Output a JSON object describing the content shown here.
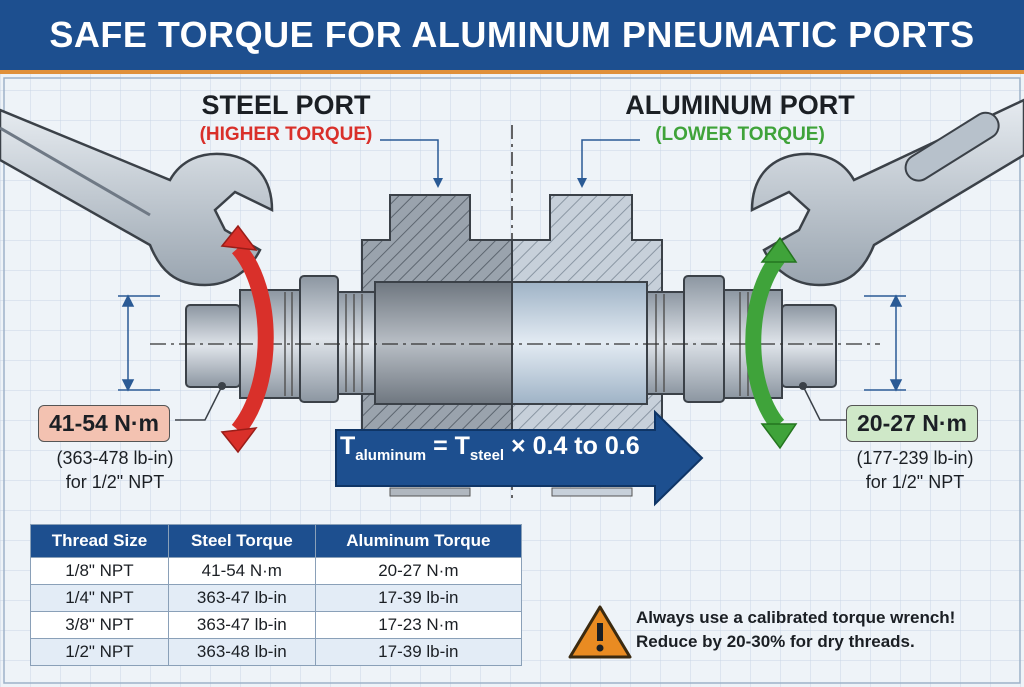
{
  "header": {
    "title": "SAFE TORQUE FOR ALUMINUM PNEUMATIC PORTS"
  },
  "steel": {
    "title": "STEEL PORT",
    "subtitle": "(HIGHER TORQUE)",
    "torque": "41-54 N·m",
    "note_line1": "(363-478 lb-in)",
    "note_line2": "for 1/2\" NPT"
  },
  "aluminum": {
    "title": "ALUMINUM PORT",
    "subtitle": "(LOWER TORQUE)",
    "torque": "20-27 N·m",
    "note_line1": "(177-239 lb-in)",
    "note_line2": "for 1/2\" NPT"
  },
  "formula": {
    "lhs_symbol": "T",
    "lhs_sub": "aluminum",
    "equals": " = ",
    "rhs_symbol": "T",
    "rhs_sub": "steel",
    "factor": " × 0.4 to 0.6"
  },
  "table": {
    "headers": [
      "Thread Size",
      "Steel Torque",
      "Aluminum Torque"
    ],
    "rows": [
      [
        "1/8\" NPT",
        "41-54 N·m",
        "20-27 N·m"
      ],
      [
        "1/4\" NPT",
        "363-47 lb-in",
        "17-39 lb-in"
      ],
      [
        "3/8\" NPT",
        "363-47 lb-in",
        "17-23 N·m"
      ],
      [
        "1/2\" NPT",
        "363-48 lb-in",
        "17-39 lb-in"
      ]
    ]
  },
  "warning": {
    "line1": "Always use a calibrated torque wrench!",
    "line2": "Reduce by 20-30% for dry threads."
  },
  "colors": {
    "header": "#1d4f8f",
    "header_border": "#e0903a",
    "steel_accent": "#d9302a",
    "aluminum_accent": "#3fa33a",
    "formula_arrow": "#1d4f8f",
    "warning": "#e98b22"
  },
  "icons": {
    "left_wrench": "wrench-icon",
    "right_wrench": "wrench-icon",
    "warning": "warning-triangle-icon"
  }
}
